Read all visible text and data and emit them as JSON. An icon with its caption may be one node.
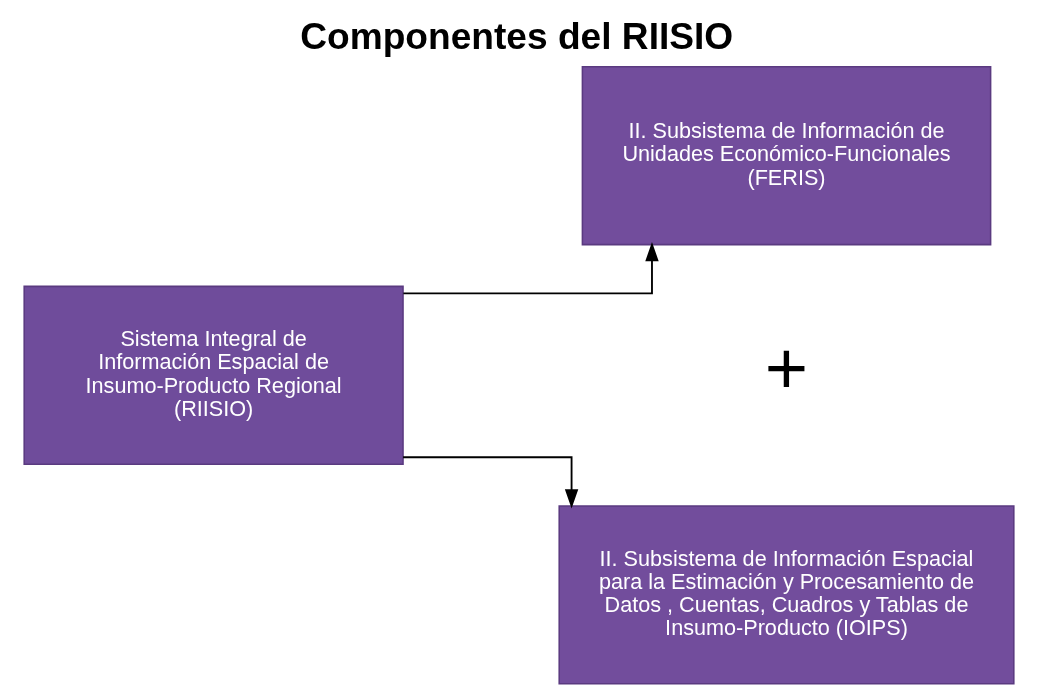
{
  "diagram": {
    "title": "Componentes del RIISIO",
    "nodes": [
      {
        "text": [
          "Sistema Integral de Información Espacial de Insumo-Producto Regional (RIISIO)"
        ]
      },
      {
        "text": [
          "II. Subsistema de Información de Unidades Económico-Funcionales (FERIS)"
        ]
      },
      {
        "text": [
          "II. Subsistema de Información Espacial para la Estimación y Procesamiento de Datos , Cuentas, Cuadros y Tablas de Insumo-Producto (IOIPS)"
        ]
      }
    ],
    "edges": [
      {
        "from": 0,
        "to": 1,
        "arrow": "to"
      },
      {
        "from": 0,
        "to": 2,
        "arrow": "to"
      }
    ],
    "labels": [
      "+"
    ]
  }
}
